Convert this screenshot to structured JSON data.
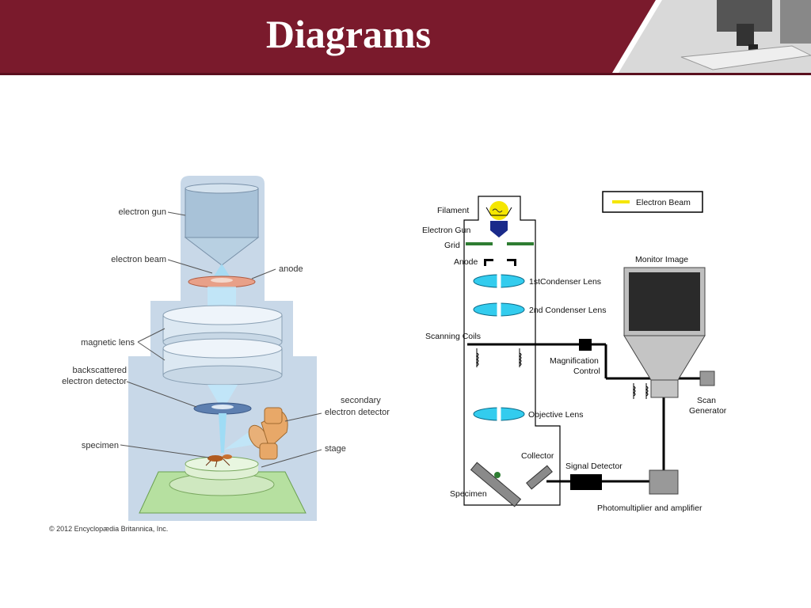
{
  "slide": {
    "title": "Diagrams"
  },
  "left_diagram": {
    "labels": {
      "electron_gun": "electron gun",
      "electron_beam": "electron beam",
      "anode": "anode",
      "magnetic_lens": "magnetic lens",
      "backscattered_1": "backscattered",
      "backscattered_2": "electron detector",
      "secondary_1": "secondary",
      "secondary_2": "electron detector",
      "specimen": "specimen",
      "stage": "stage"
    },
    "copyright": "© 2012 Encyclopædia Britannica, Inc."
  },
  "right_diagram": {
    "legend": "Electron Beam",
    "labels": {
      "filament": "Filament",
      "electron_gun": "Electron Gun",
      "grid": "Grid",
      "anode": "Anode",
      "condenser1": "1stCondenser Lens",
      "condenser2": "2nd Condenser Lens",
      "scanning_coils": "Scanning Coils",
      "magnification_1": "Magnification",
      "magnification_2": "Control",
      "objective": "Objective Lens",
      "collector": "Collector",
      "specimen": "Specimen",
      "signal_detector": "Signal Detector",
      "monitor": "Monitor Image",
      "scan_1": "Scan",
      "scan_2": "Generator",
      "photomultiplier": "Photomultiplier and amplifier"
    }
  },
  "colors": {
    "header": "#7a1a2c",
    "beam": "#f5e600",
    "lens": "#33ccee"
  }
}
